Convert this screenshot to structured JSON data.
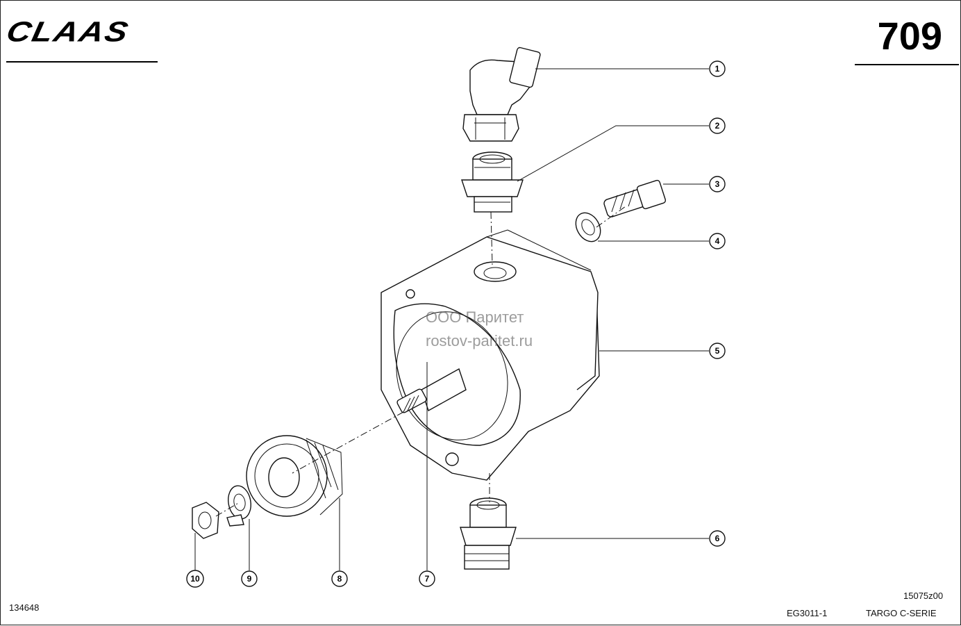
{
  "header": {
    "brand": "CLAAS",
    "page_number": "709"
  },
  "watermark": {
    "line1": "ООО Паритет",
    "line2": "rostov-paritet.ru"
  },
  "footer": {
    "left_code": "134648",
    "drawing_code": "15075z00",
    "group_code": "EG3011-1",
    "series": "TARGO C-SERIE"
  },
  "callouts": [
    {
      "label": "1",
      "part": "elbow-fitting"
    },
    {
      "label": "2",
      "part": "adapter-union"
    },
    {
      "label": "3",
      "part": "bolt"
    },
    {
      "label": "4",
      "part": "sealing-washer"
    },
    {
      "label": "5",
      "part": "gear-pump"
    },
    {
      "label": "6",
      "part": "adapter-union"
    },
    {
      "label": "7",
      "part": "key"
    },
    {
      "label": "8",
      "part": "gear"
    },
    {
      "label": "9",
      "part": "tab-washer"
    },
    {
      "label": "10",
      "part": "nut"
    }
  ]
}
